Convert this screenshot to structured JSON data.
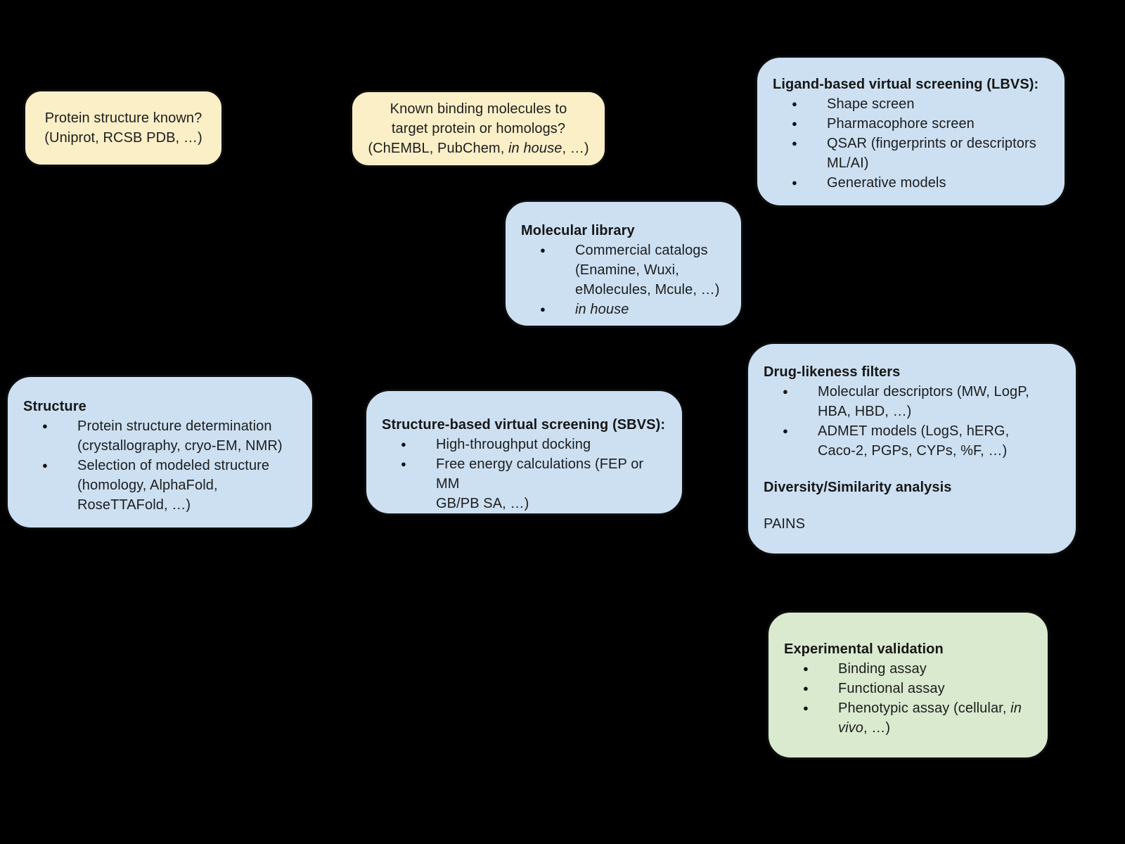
{
  "background_color": "#000000",
  "colors": {
    "question_fill": "#FBEFC7",
    "process_fill": "#CCE0F2",
    "validation_fill": "#D9EACF",
    "border": "#0d0d0d",
    "text": "#1d1d1d"
  },
  "glyphs": {
    "bullet": "●"
  },
  "boxes": {
    "protein_structure_question": {
      "lines": [
        [
          {
            "t": "Protein structure known?"
          }
        ],
        [
          {
            "t": "(Uniprot, RCSB PDB, …)"
          }
        ]
      ]
    },
    "known_binders_question": {
      "lines": [
        [
          {
            "t": "Known binding molecules to"
          }
        ],
        [
          {
            "t": "target protein or homologs?"
          }
        ],
        [
          {
            "t": "(ChEMBL, PubChem, "
          },
          {
            "t": "in house",
            "i": true
          },
          {
            "t": ", …)"
          }
        ]
      ]
    },
    "lbvs": {
      "title": "Ligand-based virtual screening  (LBVS):",
      "bullets": [
        [
          [
            {
              "t": "Shape screen"
            }
          ]
        ],
        [
          [
            {
              "t": "Pharmacophore screen"
            }
          ]
        ],
        [
          [
            {
              "t": "QSAR (fingerprints or descriptors"
            }
          ],
          [
            {
              "t": "ML/AI)"
            }
          ]
        ],
        [
          [
            {
              "t": "Generative models"
            }
          ]
        ]
      ]
    },
    "molecular_library": {
      "title": "Molecular library",
      "bullets": [
        [
          [
            {
              "t": "Commercial catalogs"
            }
          ],
          [
            {
              "t": "(Enamine, Wuxi,"
            }
          ],
          [
            {
              "t": "eMolecules, Mcule, …)"
            }
          ]
        ],
        [
          [
            {
              "t": "in house",
              "i": true
            }
          ]
        ]
      ]
    },
    "structure": {
      "title": "Structure",
      "bullets": [
        [
          [
            {
              "t": "Protein structure determination"
            }
          ],
          [
            {
              "t": "(crystallography, cryo-EM, NMR)"
            }
          ]
        ],
        [
          [
            {
              "t": "Selection of modeled structure"
            }
          ],
          [
            {
              "t": "(homology, AlphaFold,"
            }
          ],
          [
            {
              "t": "RoseTTAFold, …)"
            }
          ]
        ]
      ]
    },
    "sbvs": {
      "title": "Structure-based virtual screening (SBVS):",
      "bullets": [
        [
          [
            {
              "t": "High-throughput docking"
            }
          ]
        ],
        [
          [
            {
              "t": "Free energy calculations (FEP or MM"
            }
          ],
          [
            {
              "t": "GB/PB SA, …)"
            }
          ]
        ]
      ]
    },
    "drug_likeness": {
      "title": "Drug-likeness filters",
      "bullets": [
        [
          [
            {
              "t": "Molecular descriptors (MW, LogP,"
            }
          ],
          [
            {
              "t": "HBA, HBD, …)"
            }
          ]
        ],
        [
          [
            {
              "t": "ADMET models (LogS, hERG,"
            }
          ],
          [
            {
              "t": "Caco-2, PGPs, CYPs, %F, …)"
            }
          ]
        ]
      ],
      "subtitle": "Diversity/Similarity analysis",
      "footer": "PAINS"
    },
    "experimental_validation": {
      "title": "Experimental validation",
      "bullets": [
        [
          [
            {
              "t": "Binding assay"
            }
          ]
        ],
        [
          [
            {
              "t": "Functional assay"
            }
          ]
        ],
        [
          [
            {
              "t": "Phenotypic assay (cellular, "
            },
            {
              "t": "in",
              "i": true
            }
          ],
          [
            {
              "t": "vivo",
              "i": true
            },
            {
              "t": ", …)"
            }
          ]
        ]
      ]
    }
  }
}
